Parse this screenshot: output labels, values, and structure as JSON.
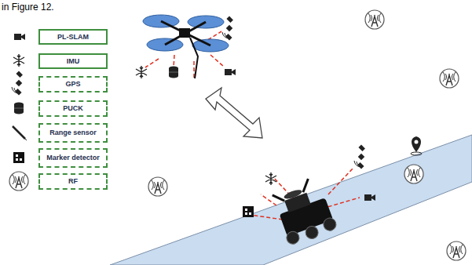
{
  "diagram": {
    "nodes": [
      {
        "text": [
          "PL-SLAM"
        ]
      },
      {
        "text": [
          "IMU"
        ]
      },
      {
        "text": [
          "GPS"
        ]
      },
      {
        "text": [
          "PUCK"
        ]
      },
      {
        "text": [
          "Range sensor"
        ]
      },
      {
        "text": [
          "Marker detector"
        ]
      },
      {
        "text": [
          "RF"
        ]
      }
    ],
    "labels": [
      "in Figure 12."
    ]
  }
}
